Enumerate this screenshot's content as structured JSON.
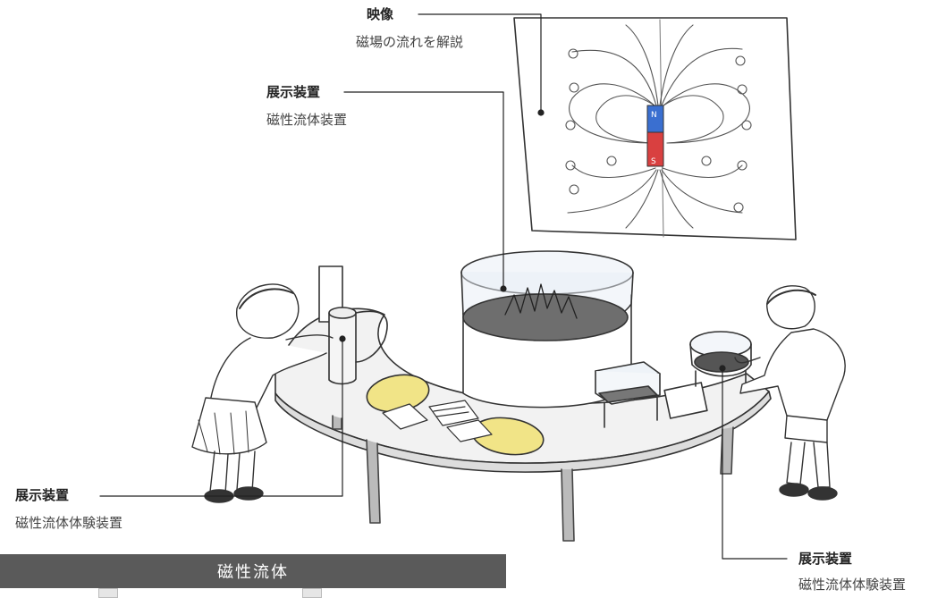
{
  "labels": {
    "video": {
      "title": "映像",
      "subtitle": "磁場の流れを解説"
    },
    "display_center": {
      "title": "展示装置",
      "subtitle": "磁性流体装置"
    },
    "display_left": {
      "title": "展示装置",
      "subtitle": "磁性流体体験装置"
    },
    "display_right": {
      "title": "展示装置",
      "subtitle": "磁性流体体験装置"
    }
  },
  "magnet": {
    "north_label": "N",
    "south_label": "S",
    "north_color": "#3a6fd0",
    "south_color": "#d94040"
  },
  "table_color": "#f2f2f2",
  "spot_color": "#f1e487",
  "panel": {
    "title": "磁性流体",
    "bar_color": "#5a5a5a"
  }
}
